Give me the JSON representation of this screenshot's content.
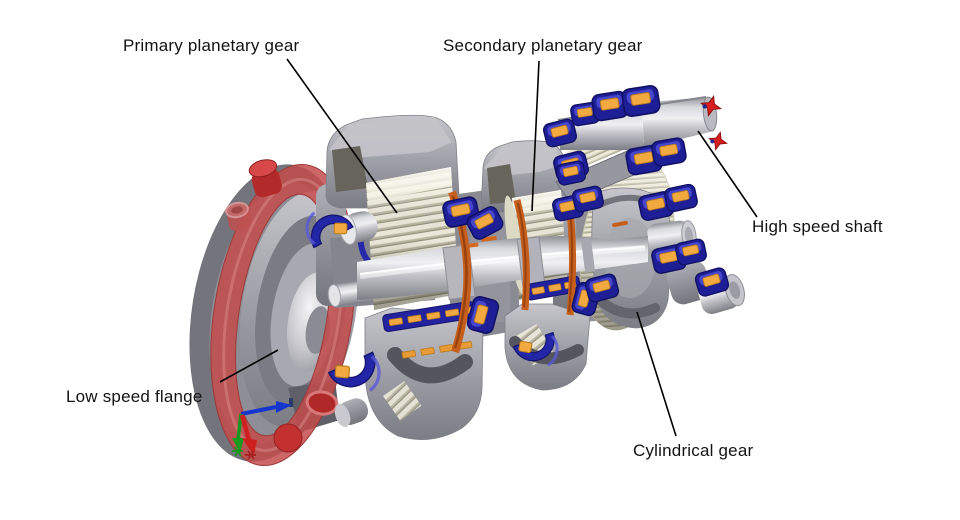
{
  "diagram": {
    "type": "3d-cad-cutaway",
    "subject": "Wind turbine gearbox cross-section",
    "labels": {
      "primary": "Primary planetary gear",
      "secondary": "Secondary planetary gear",
      "high_speed": "High speed shaft",
      "low_speed": "Low speed flange",
      "cylindrical": "Cylindrical gear"
    },
    "colors": {
      "background": "#ffffff",
      "label_text": "#131313",
      "leader_line": "#000000",
      "flange_red": "#c34a4a",
      "stud_red": "#c22a2a",
      "housing_gray": "#9b9ba3",
      "gear_cream": "#edeadb",
      "bearing_blue": "#1e1e96",
      "bearing_pad_orange": "#f2a93f",
      "section_disc_orange": "#c65f1b",
      "shaft_silver": "#d9dade",
      "marker_red": "#d81f1f",
      "axis_x_blue": "#1535cf",
      "axis_y_green": "#18991f",
      "axis_z_red": "#cf2020"
    }
  }
}
